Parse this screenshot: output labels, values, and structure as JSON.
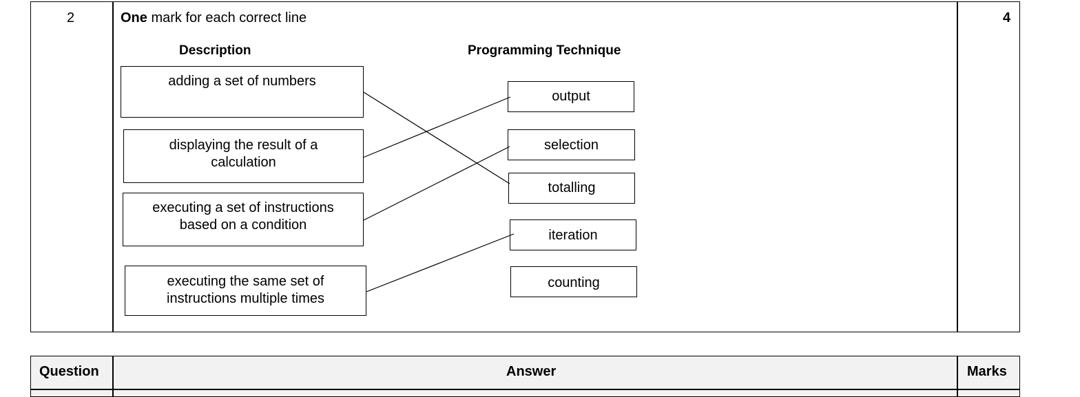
{
  "question_row": {
    "number": "2",
    "instruction_bold": "One",
    "instruction_rest": " mark for each correct line",
    "marks": "4"
  },
  "matching": {
    "description_header": "Description",
    "technique_header": "Programming Technique",
    "descriptions": [
      "adding a set of numbers",
      "displaying the result of a calculation",
      "executing a set of instructions based on a condition",
      "executing the same set of instructions multiple times"
    ],
    "techniques": [
      "output",
      "selection",
      "totalling",
      "iteration",
      "counting"
    ],
    "links": [
      {
        "description": "adding a set of numbers",
        "technique": "totalling"
      },
      {
        "description": "displaying the result of a calculation",
        "technique": "output"
      },
      {
        "description": "executing a set of instructions based on a condition",
        "technique": "selection"
      },
      {
        "description": "executing the same set of instructions multiple times",
        "technique": "iteration"
      }
    ]
  },
  "table_header": {
    "question": "Question",
    "answer": "Answer",
    "marks": "Marks"
  }
}
